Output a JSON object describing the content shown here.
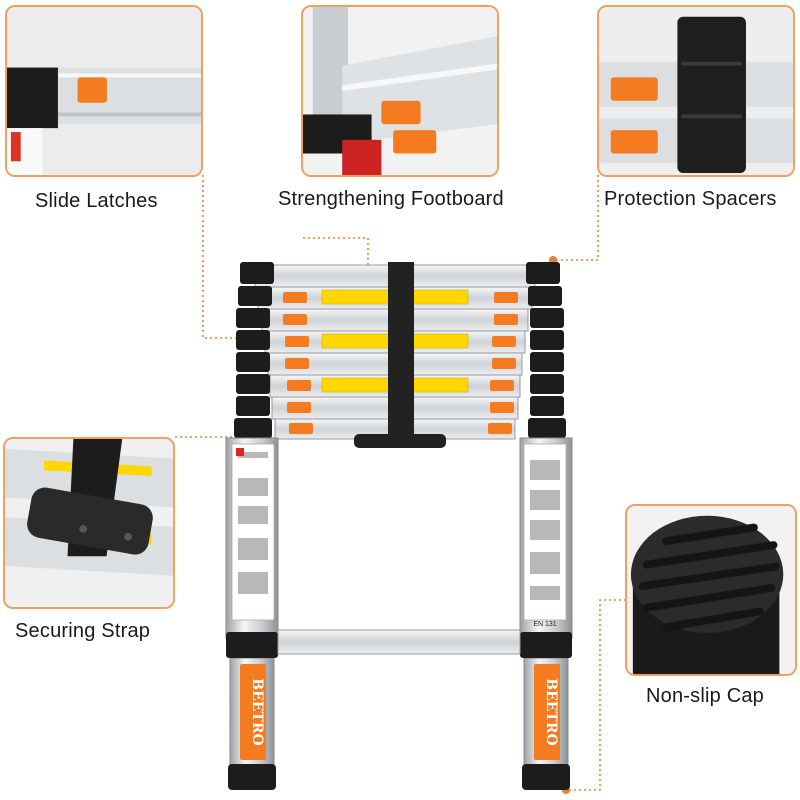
{
  "colors": {
    "accent_orange": "#f47b20",
    "border_orange": "#f0a060",
    "rubber_black": "#1c1c1c",
    "aluminium": "#d9dcdf",
    "warning_yellow": "#ffd700"
  },
  "callouts": {
    "slide_latches": "Slide Latches",
    "strengthening_footboard": "Strengthening Footboard",
    "protection_spacers": "Protection Spacers",
    "securing_strap": "Securing Strap",
    "non_slip_cap": "Non-slip Cap"
  },
  "ladder": {
    "brand_left": "BEETRO",
    "brand_right": "BEETRO",
    "standard_label": "EN 131"
  }
}
